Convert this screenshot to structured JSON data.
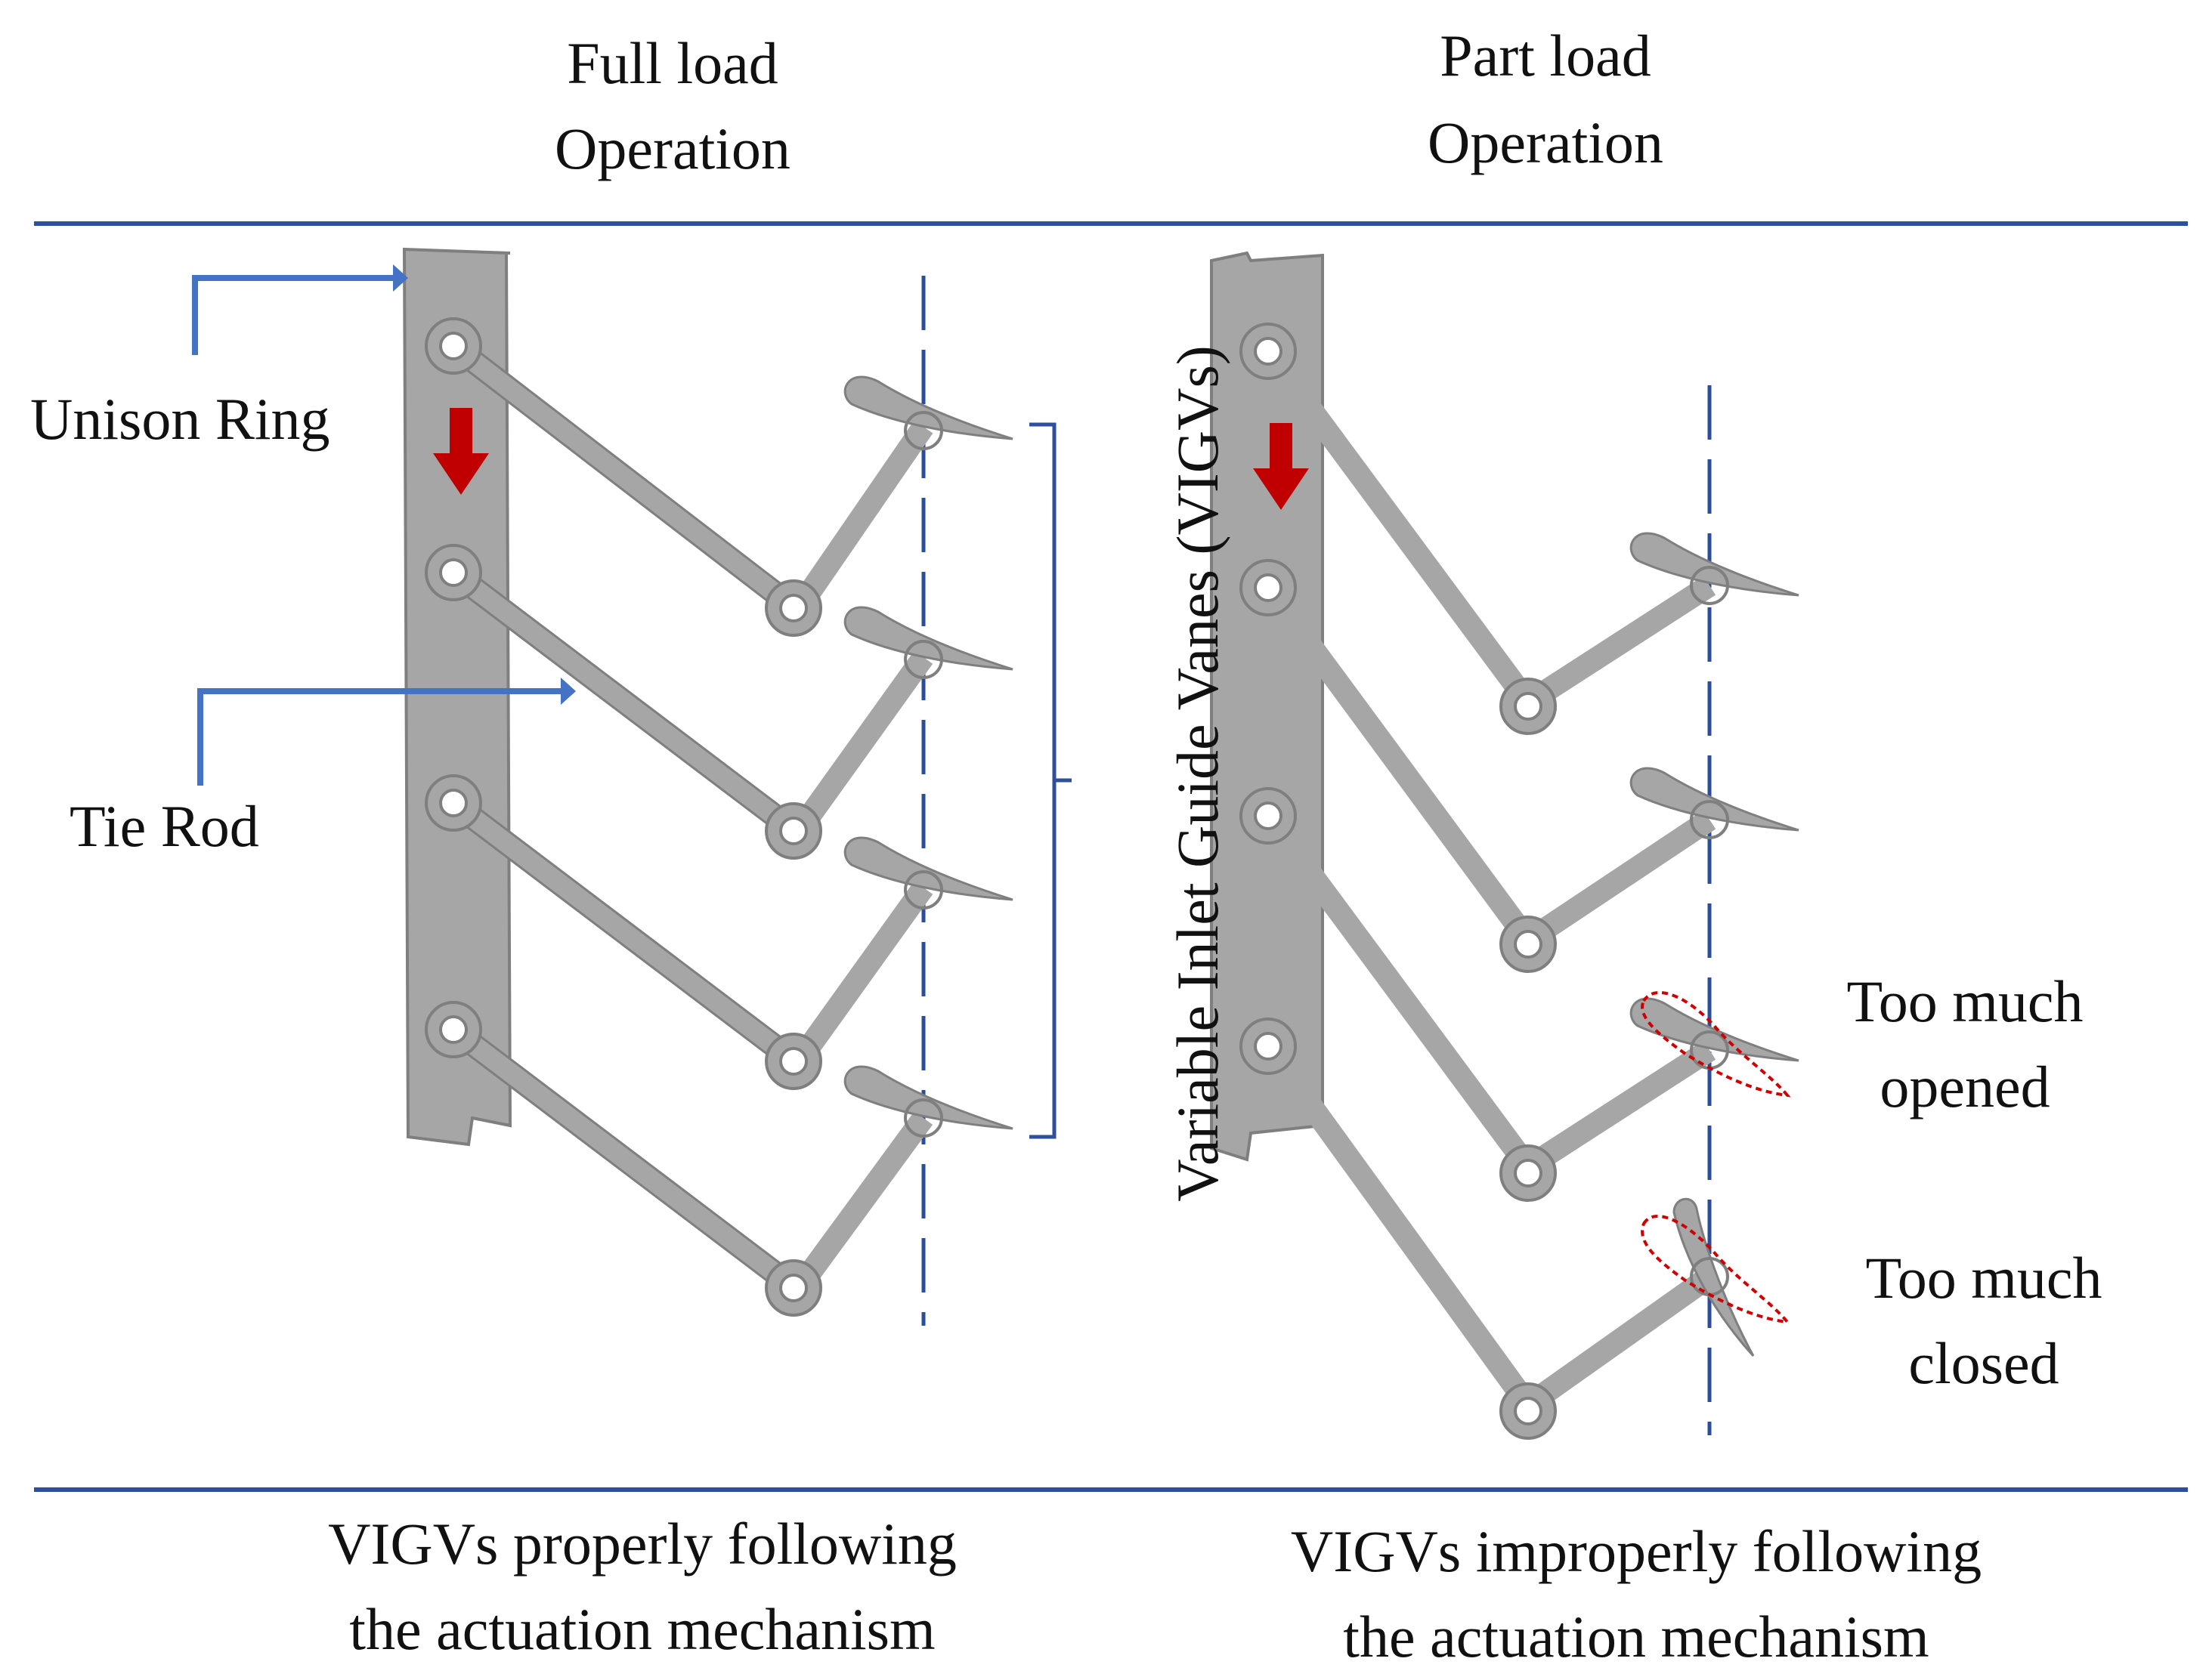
{
  "header": {
    "left_title_line1": "Full load",
    "left_title_line2": "Operation",
    "right_title_line1": "Part load",
    "right_title_line2": "Operation"
  },
  "labels": {
    "unison_ring": "Unison Ring",
    "tie_rod": "Tie Rod",
    "vigvs": "Variable Inlet Guide Vanes (VIGVs)",
    "too_much_opened_line1": "Too much",
    "too_much_opened_line2": "opened",
    "too_much_closed_line1": "Too much",
    "too_much_closed_line2": "closed"
  },
  "footer": {
    "left_caption_line1": "VIGVs properly following",
    "left_caption_line2": "the actuation mechanism",
    "right_caption_line1": "VIGVs improperly following",
    "right_caption_line2": "the actuation mechanism"
  },
  "colors": {
    "divider": "#2e4f9e",
    "arrow_blue": "#4472c4",
    "dashed_axis": "#2b4d9a",
    "ring_fill": "#a6a6a6",
    "ring_stroke": "#7f7f7f",
    "movement_arrow": "#c00000",
    "deviation_outline": "#d00000"
  }
}
